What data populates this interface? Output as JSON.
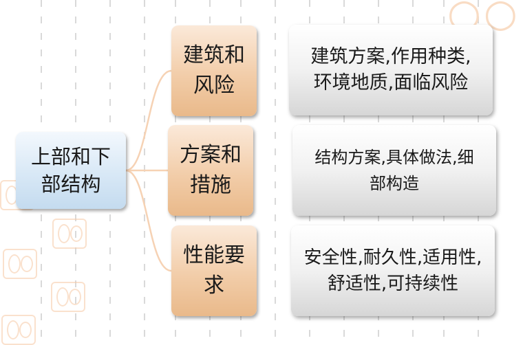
{
  "root": {
    "line1": "上部和下",
    "line2": "部结构"
  },
  "branches": [
    {
      "category_line1": "建筑和",
      "category_line2": "风险",
      "detail_line1": "建筑方案,作用种类,",
      "detail_line2": "环境地质,面临风险"
    },
    {
      "category_line1": "方案和",
      "category_line2": "措施",
      "detail_line1": "结构方案,具体做法,细",
      "detail_line2": "部构造"
    },
    {
      "category_line1": "性能要",
      "category_line2": "求",
      "detail_line1": "安全性,耐久性,适用性,",
      "detail_line2": "舒适性,可持续性"
    }
  ],
  "colors": {
    "root_fill": "#d8e8f6",
    "category_fill": "#f2cda9",
    "detail_fill": "#f1f1f1",
    "connector": "#f6d2b4",
    "decoration": "#f7c9a6"
  }
}
